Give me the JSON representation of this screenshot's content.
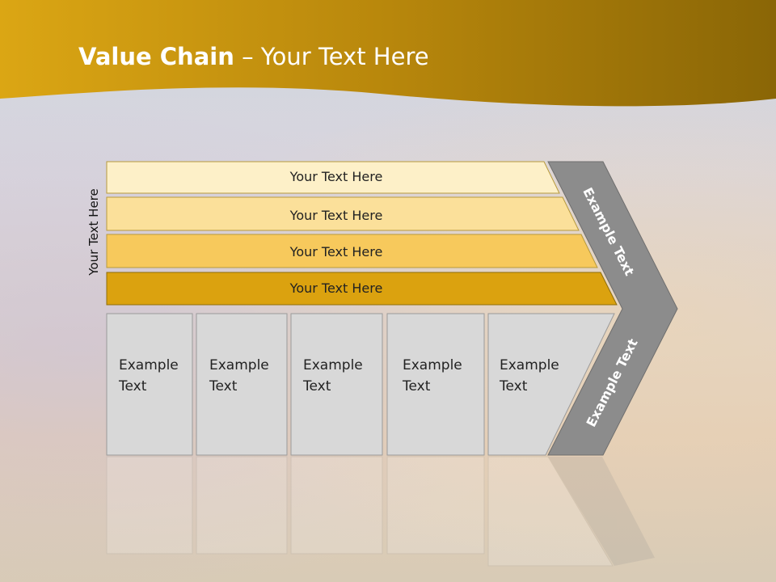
{
  "slide": {
    "title_bold": "Value Chain",
    "title_rest": " – Your Text Here",
    "side_label": "Your Text Here"
  },
  "bars": [
    {
      "label": "Your Text Here",
      "color": "#fdf0c8"
    },
    {
      "label": "Your Text Here",
      "color": "#fbe09a"
    },
    {
      "label": "Your Text Here",
      "color": "#f7c95c"
    },
    {
      "label": "Your Text Here",
      "color": "#dba20f"
    }
  ],
  "boxes": [
    {
      "line1": "Example",
      "line2": "Text"
    },
    {
      "line1": "Example",
      "line2": "Text"
    },
    {
      "line1": "Example",
      "line2": "Text"
    },
    {
      "line1": "Example",
      "line2": "Text"
    },
    {
      "line1": "Example",
      "line2": "Text"
    }
  ],
  "chevron": {
    "upper_label": "Example Text",
    "lower_label": "Example Text",
    "color": "#8c8c8c"
  },
  "colors": {
    "header_dark": "#8a6a06",
    "header_light": "#d9a011",
    "box_fill": "#d8d8d8"
  }
}
